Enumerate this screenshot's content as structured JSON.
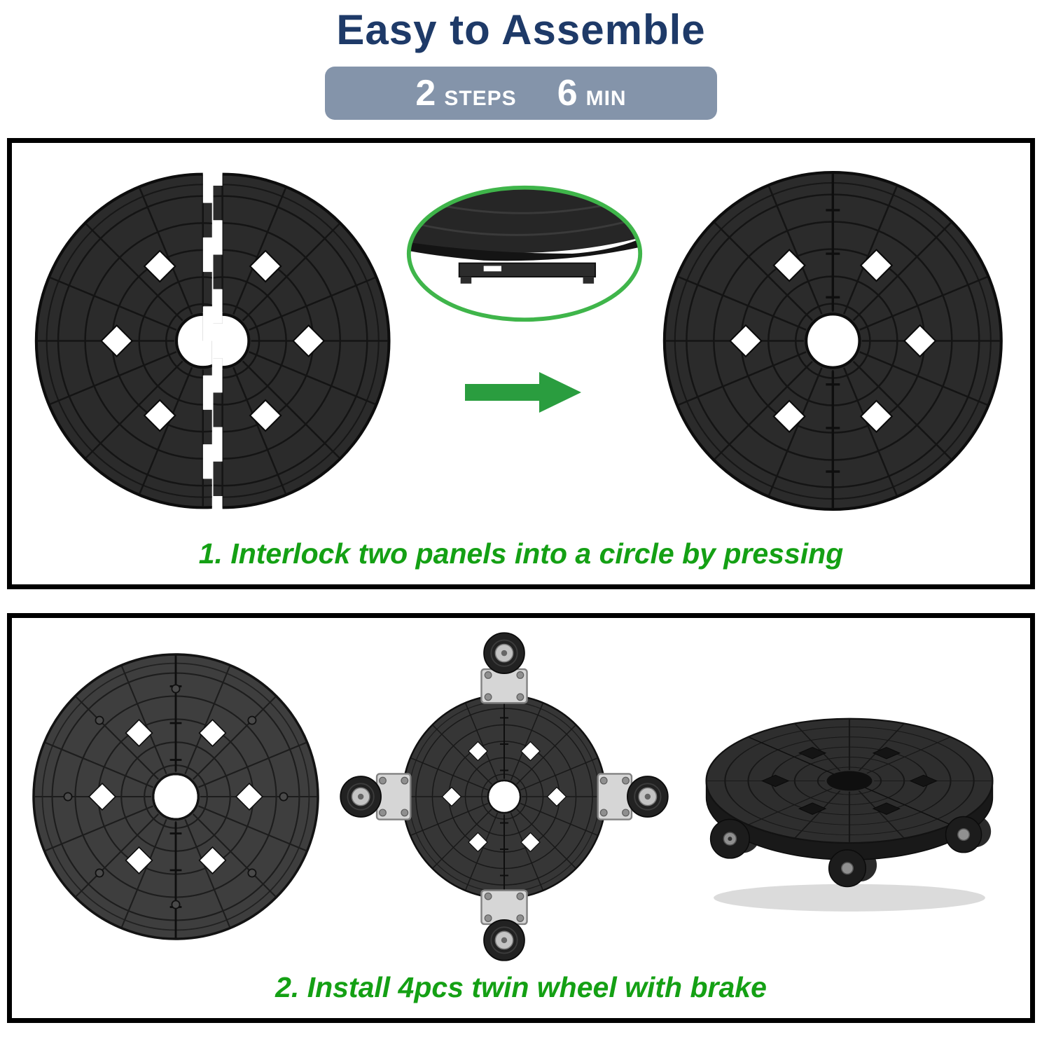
{
  "header": {
    "title": "Easy to Assemble",
    "badge": {
      "steps_value": "2",
      "steps_unit": "STEPS",
      "time_value": "6",
      "time_unit": "MIN"
    }
  },
  "steps": {
    "step1_caption": "1. Interlock two panels into a circle by pressing",
    "step2_caption": "2. Install 4pcs twin wheel with brake"
  },
  "colors": {
    "title_navy": "#1e3a68",
    "badge_bg": "#8494aa",
    "caption_green": "#14a014",
    "arrow_green": "#2a9d3f",
    "inset_ring_green": "#3fb54a",
    "panel_black": "#2b2b2b"
  },
  "graphics": {
    "step1_left": "two-half-panels",
    "step1_inset": "interlock-edge-closeup",
    "step1_arrow": "right-arrow",
    "step1_right": "assembled-circle-panel",
    "step2_left": "panel-underside",
    "step2_middle": "panel-with-four-casters",
    "step2_right": "finished-plant-caddy"
  }
}
